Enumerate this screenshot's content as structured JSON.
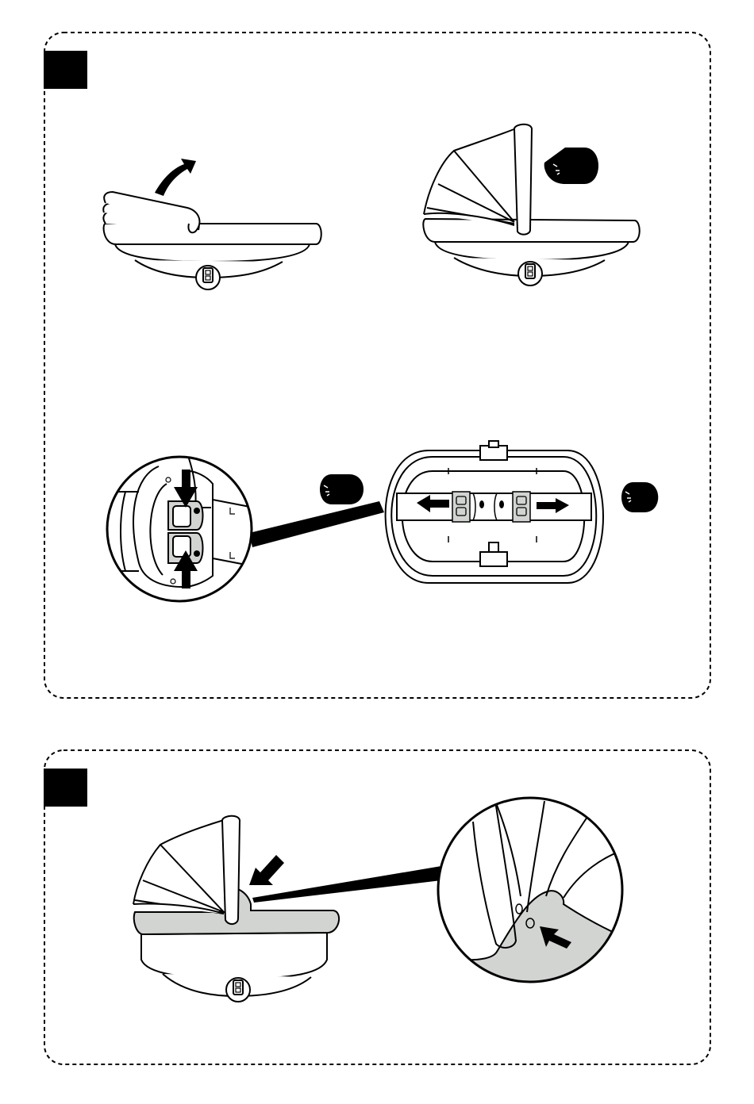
{
  "page": {
    "background": "#ffffff",
    "ink": "#000000",
    "highlight": "#d2d4d1"
  },
  "steps": [
    {
      "label": "",
      "panels": [
        "raise-hood",
        "hood-raised-click",
        "base-latch-detail"
      ]
    },
    {
      "label": "",
      "panels": [
        "liner-detail"
      ]
    }
  ],
  "icons": [
    "curved-arrow-icon",
    "click-sound-icon",
    "push-arrow-icon",
    "slide-arrow-icon",
    "magnifier-callout-icon"
  ]
}
